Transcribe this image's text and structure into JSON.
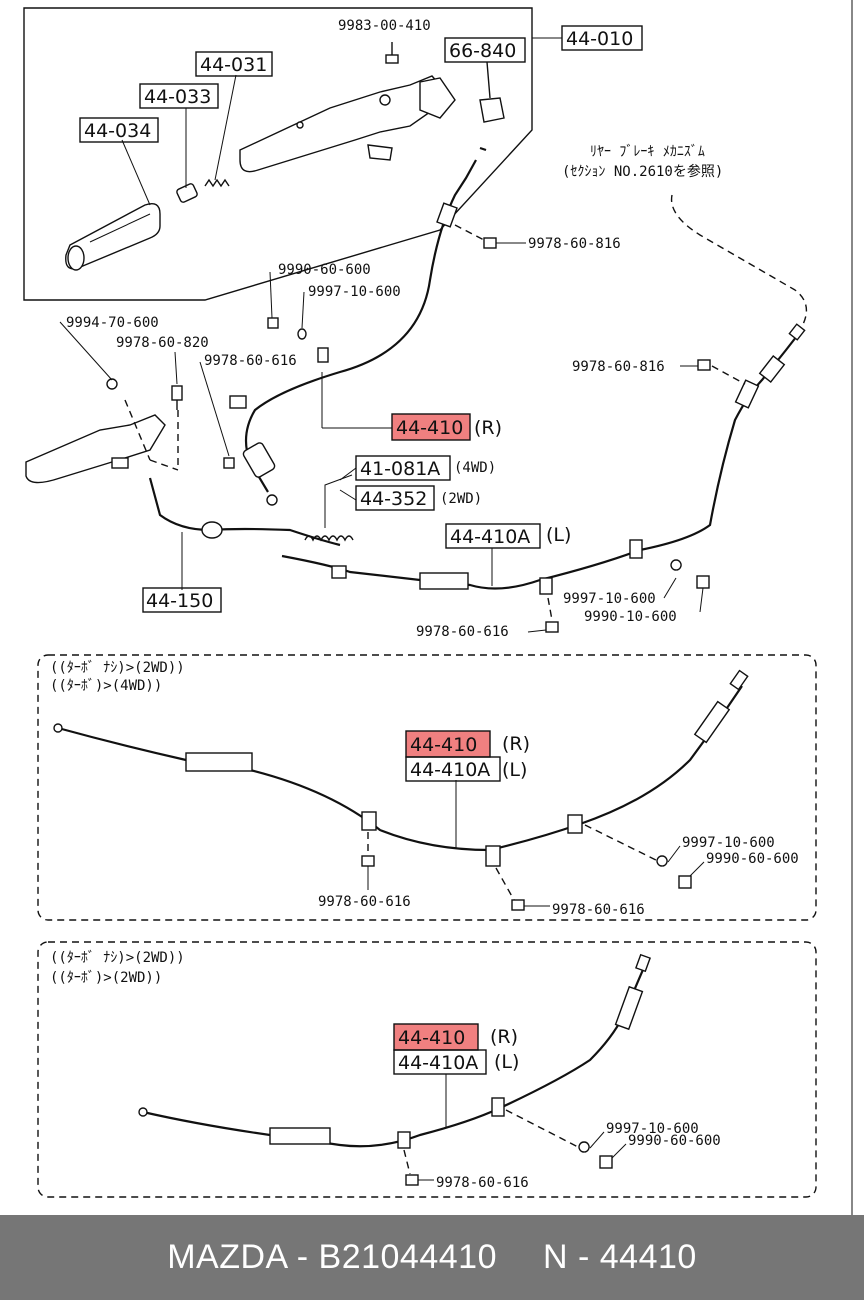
{
  "diagram": {
    "labels": {
      "p44_010": "44-010",
      "p66_840": "66-840",
      "p9983": "9983-00-410",
      "p44_031": "44-031",
      "p44_033": "44-033",
      "p44_034": "44-034",
      "p9990_60_600_a": "9990-60-600",
      "p9997_10_600_a": "9997-10-600",
      "p9978_60_816_a": "9978-60-816",
      "p9994": "9994-70-600",
      "p9978_60_820": "9978-60-820",
      "p9978_60_616_a": "9978-60-616",
      "p9978_60_816_b": "9978-60-816",
      "p44_410_main": "44-410",
      "r_main": "(R)",
      "p41_081A": "41-081A",
      "tag_4wd": "(4WD)",
      "p44_352": "44-352",
      "tag_2wd": "(2WD)",
      "p44_410A_main": "44-410A",
      "l_main": "(L)",
      "p44_150": "44-150",
      "p9997_10_600_b": "9997-10-600",
      "p9990_10_600": "9990-10-600",
      "p9978_60_616_b": "9978-60-616",
      "jp_note_1": "ﾘﾔｰ ﾌﾞﾚｰｷ ﾒｶﾆｽﾞﾑ",
      "jp_note_2": "(ｾｸｼｮﾝ NO.2610を参照)"
    },
    "panel2": {
      "cond1": "((ﾀｰﾎﾞ ﾅｼ)>(2WD))",
      "cond2": "((ﾀｰﾎﾞ)>(4WD))",
      "p44_410": "44-410",
      "r": "(R)",
      "p44_410A": "44-410A",
      "l": "(L)",
      "p9997": "9997-10-600",
      "p9990": "9990-60-600",
      "p9978_a": "9978-60-616",
      "p9978_b": "9978-60-616"
    },
    "panel3": {
      "cond1": "((ﾀｰﾎﾞ ﾅｼ)>(2WD))",
      "cond2": "((ﾀｰﾎﾞ)>(2WD))",
      "p44_410": "44-410",
      "r": "(R)",
      "p44_410A": "44-410A",
      "l": "(L)",
      "p9997": "9997-10-600",
      "p9990": "9990-60-600",
      "p9978": "9978-60-616"
    },
    "highlight_color": "#f08080"
  },
  "footer": {
    "left": "MAZDA - B21044410",
    "right": "N - 44410",
    "background": "#767676"
  }
}
